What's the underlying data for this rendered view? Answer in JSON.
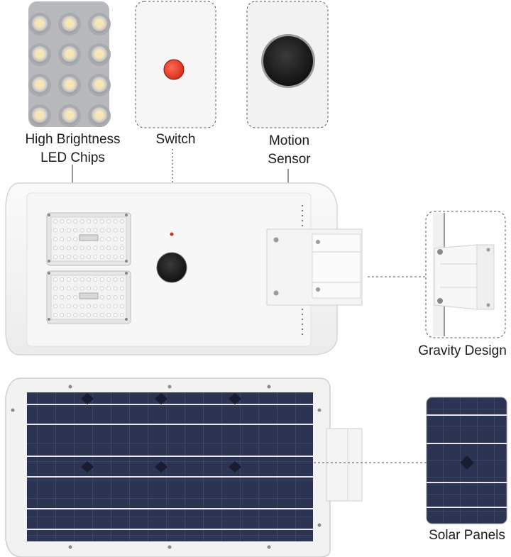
{
  "labels": {
    "led_line1": "High Brightness",
    "led_line2": "LED Chips",
    "switch": "Switch",
    "motion_line1": "Motion",
    "motion_line2": "Sensor",
    "gravity": "Gravity Design",
    "solar": "Solar Panels"
  },
  "colors": {
    "switch_dot": "#e53a2a",
    "sensor": "#1c1c1c",
    "panel_cell": "#2b3453",
    "panel_grid": "#4b5675",
    "panel_bus": "#e8e8ee",
    "housing": "#f3f3f3",
    "leader_line": "#333333"
  },
  "icons": [
    "led-chip-icon",
    "switch-button-icon",
    "motion-sensor-icon",
    "mounting-bracket-icon",
    "solar-panel-icon"
  ]
}
